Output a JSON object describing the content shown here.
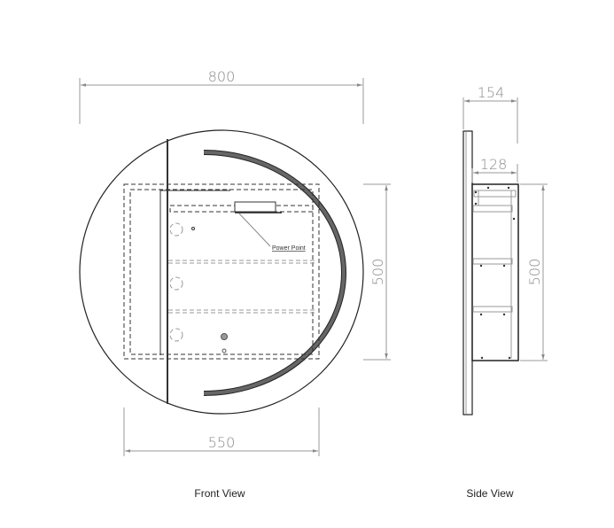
{
  "front_view": {
    "label": "Front View",
    "dim_width": "800",
    "dim_height": "500",
    "dim_cabinet_width": "550",
    "callout": "Power Point"
  },
  "side_view": {
    "label": "Side View",
    "dim_total_depth": "154",
    "dim_cabinet_depth": "128",
    "dim_height": "500"
  }
}
